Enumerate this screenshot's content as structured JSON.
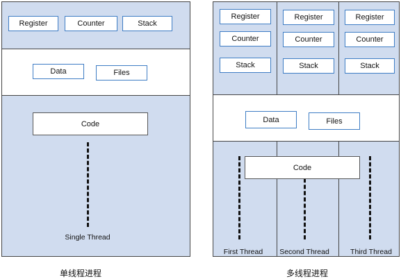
{
  "single": {
    "registers": [
      "Register",
      "Counter",
      "Stack"
    ],
    "data_label": "Data",
    "files_label": "Files",
    "code_label": "Code",
    "thread_label": "Single Thread",
    "caption": "单线程进程"
  },
  "multi": {
    "columns": [
      {
        "register": "Register",
        "counter": "Counter",
        "stack": "Stack",
        "thread": "First Thread"
      },
      {
        "register": "Register",
        "counter": "Counter",
        "stack": "Stack",
        "thread": "Second Thread"
      },
      {
        "register": "Register",
        "counter": "Counter",
        "stack": "Stack",
        "thread": "Third Thread"
      }
    ],
    "data_label": "Data",
    "files_label": "Files",
    "code_label": "Code",
    "caption": "多线程进程"
  }
}
